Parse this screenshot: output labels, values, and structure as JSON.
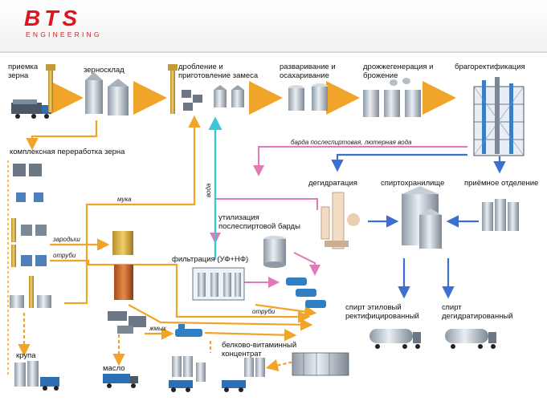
{
  "brand": {
    "name": "BTS",
    "subtitle": "ENGINEERING"
  },
  "colors": {
    "arrow_orange": "#f0a42a",
    "arrow_blue": "#3d6fd0",
    "arrow_cyan": "#3fc4d9",
    "arrow_pink": "#e37ab8",
    "brand_red": "#e0141e",
    "steel": "#b9c2cb",
    "dark_steel": "#56616c"
  },
  "labels": {
    "intake": [
      "приемка",
      "зерна"
    ],
    "granary": "зерносклад",
    "crushing": [
      "дробление и",
      "приготовление замеса"
    ],
    "boiling": [
      "разваривание и",
      "осахаривание"
    ],
    "yeast": [
      "дрожжегенерация и",
      "брожение"
    ],
    "distillation": "брагоректификация",
    "complex": "комплексная переработка зерна",
    "dehydration": "дегидратация",
    "storage": "спиртохранилище",
    "reception": "приёмное отделение",
    "utilization": [
      "утилизация",
      "послеспиртовой барды"
    ],
    "filtration": "фильтрация (УФ+НФ)",
    "ethyl": [
      "спирт этиловый",
      "ректифицированный"
    ],
    "dehydrated": [
      "спирт",
      "дегидратированный"
    ],
    "groats": "крупа",
    "oil": "масло",
    "protein": [
      "белково-витаминный",
      "концентрат"
    ]
  },
  "flow_labels": {
    "stillage": "барда послеспиртовая, лютерная вода",
    "flour": "мука",
    "water": "вода",
    "germ": "зародыш",
    "bran1": "отруби",
    "bran2": "отруби",
    "cake": "жмых"
  }
}
